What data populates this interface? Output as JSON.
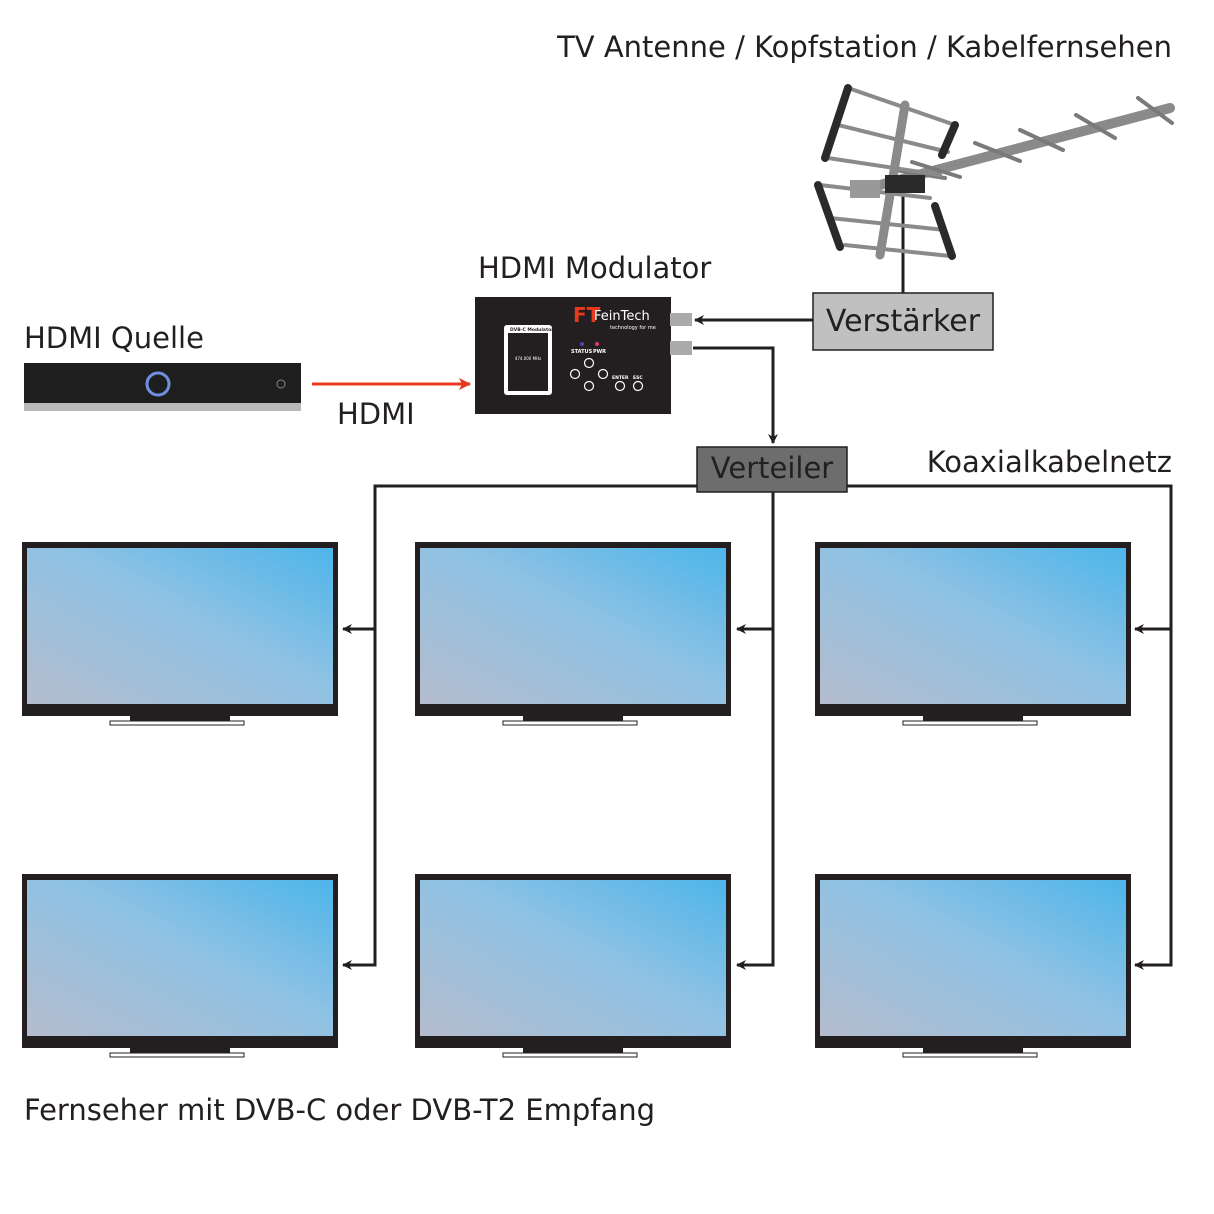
{
  "labels": {
    "antenna": "TV Antenne / Kopfstation / Kabelfernsehen",
    "modulator": "HDMI Modulator",
    "source": "HDMI Quelle",
    "hdmi": "HDMI",
    "amplifier": "Verstärker",
    "splitter": "Verteiler",
    "coax": "Koaxialkabelnetz",
    "tvs": "Fernseher  mit DVB-C  oder DVB-T2 Empfang"
  },
  "modulator_device": {
    "brand": "FeinTech",
    "tagline": "technology for me",
    "screen_title": "DVB-C Modulator",
    "screen_freq": "474.000 MHz",
    "led_status": "STATUS",
    "led_pwr": "PWR",
    "btn_enter": "ENTER",
    "btn_esc": "ESC"
  },
  "colors": {
    "hdmi_arrow": "#e8391d",
    "splitter": "#6d6d6d",
    "amplifier": "#c0c0c0",
    "tv_screen_a": "#b0bdd0",
    "tv_screen_b": "#4db3e8"
  },
  "tv_count": 6
}
